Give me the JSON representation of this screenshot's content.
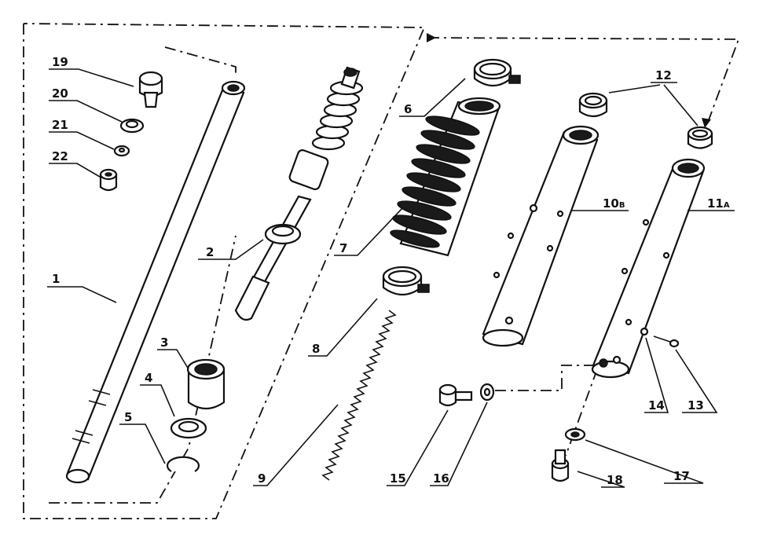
{
  "diagram": {
    "labels": {
      "p1": "1",
      "p2": "2",
      "p3": "3",
      "p4": "4",
      "p5": "5",
      "p6": "6",
      "p7": "7",
      "p8": "8",
      "p9": "9",
      "p10b": "10",
      "p10b_suffix": "B",
      "p11a": "11",
      "p11a_suffix": "A",
      "p12": "12",
      "p13": "13",
      "p14": "14",
      "p15": "15",
      "p16": "16",
      "p17": "17",
      "p18": "18",
      "p19": "19",
      "p20": "20",
      "p21": "21",
      "p22": "22"
    }
  }
}
